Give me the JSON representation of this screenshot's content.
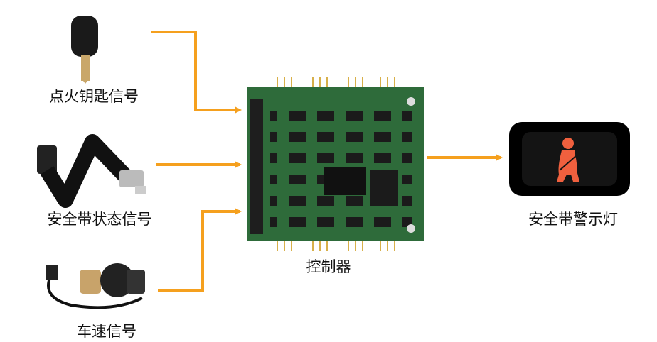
{
  "inputs": [
    {
      "label": "点火钥匙信号",
      "icon": "key-icon"
    },
    {
      "label": "安全带状态信号",
      "icon": "seatbelt-icon"
    },
    {
      "label": "车速信号",
      "icon": "speed-sensor-icon"
    }
  ],
  "controller": {
    "label": "控制器",
    "icon": "circuit-board-icon"
  },
  "output": {
    "label": "安全带警示灯",
    "icon": "seatbelt-warning-light-icon"
  },
  "colors": {
    "arrow": "#F5A01E",
    "board": "#2E6B3A",
    "warning_light": "#F0603E"
  }
}
